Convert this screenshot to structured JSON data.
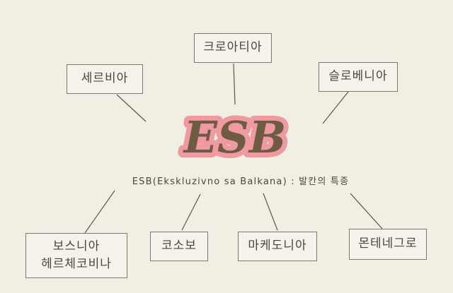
{
  "center": {
    "title": "ESB",
    "subtitle": "ESB(Ekskluzivno sa Balkana) : 발칸의 특종"
  },
  "nodes": {
    "serbia": "세르비아",
    "croatia": "크로아티아",
    "slovenia": "슬로베니아",
    "bosnia": "보스니아\n헤르체코비나",
    "kosovo": "코소보",
    "macedonia": "마케도니아",
    "montenegro": "몬테네그로"
  },
  "colors": {
    "background": "#f1efe4",
    "title_fill": "#6f5a44",
    "title_glow": "#ee9aa0",
    "line": "#5a554c"
  }
}
